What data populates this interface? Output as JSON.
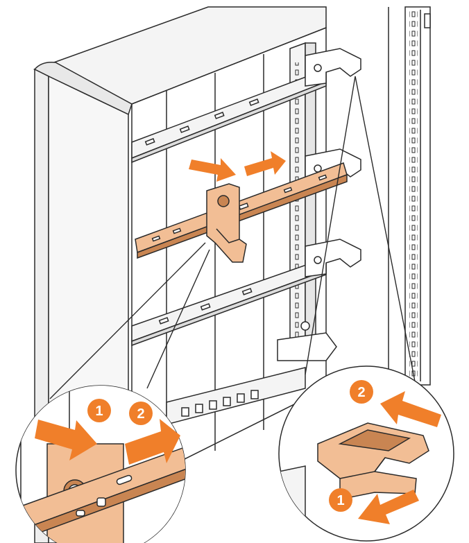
{
  "colors": {
    "accent": "#F07F2A",
    "part": "#F2BE95",
    "part_dark": "#C98552",
    "line": "#2a2a2a",
    "metal": "#f4f4f4",
    "shadow": "#d9d9d9"
  },
  "callouts": {
    "left": {
      "steps": [
        {
          "label": "1",
          "arrow": "press-in"
        },
        {
          "label": "2",
          "arrow": "slide-right"
        }
      ]
    },
    "right": {
      "steps": [
        {
          "label": "2",
          "arrow": "push-left"
        },
        {
          "label": "1",
          "arrow": "push-left-lower"
        }
      ]
    }
  },
  "icons": [
    "arrow-icon",
    "step-badge-icon",
    "screw-icon"
  ]
}
